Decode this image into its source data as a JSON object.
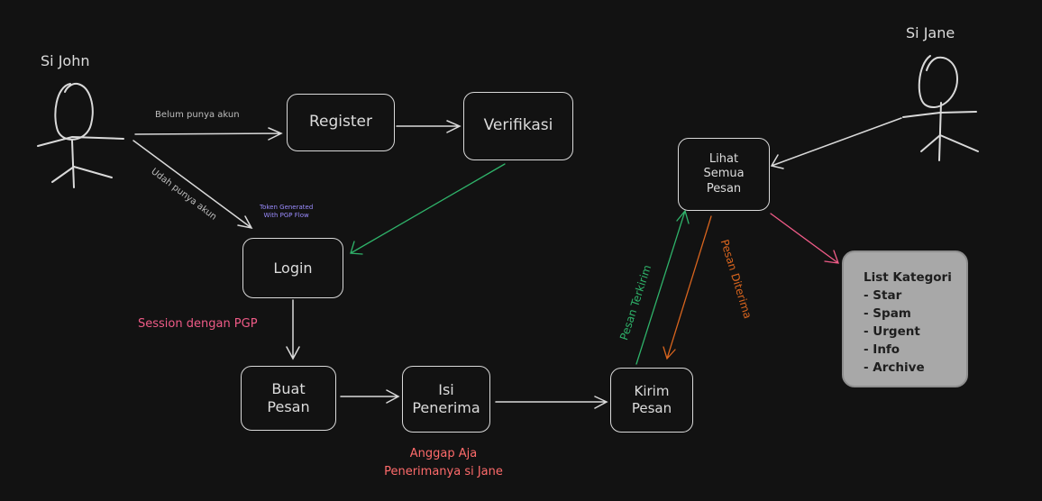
{
  "actors": {
    "john": "Si John",
    "jane": "Si Jane"
  },
  "nodes": {
    "register": "Register",
    "verifikasi": "Verifikasi",
    "login": "Login",
    "buat_pesan": "Buat\nPesan",
    "isi_penerima": "Isi\nPenerima",
    "kirim_pesan": "Kirim\nPesan",
    "lihat_semua_pesan": "Lihat\nSemua\nPesan"
  },
  "edge_labels": {
    "belum_punya_akun": "Belum punya akun",
    "udah_punya_akun": "Udah punya akun",
    "pesan_terkirim": "Pesan Terkirim",
    "pesan_diterima": "Pesan Diterima"
  },
  "notes": {
    "token_line1": "Token Generated",
    "token_line2": "With PGP Flow",
    "session": "Session dengan PGP",
    "anggap_line1": "Anggap Aja",
    "anggap_line2": "Penerimanya si Jane"
  },
  "kategori": {
    "title": "List Kategori",
    "items": [
      "- Star",
      "- Spam",
      "- Urgent",
      "- Info",
      "- Archive"
    ]
  },
  "colors": {
    "stroke": "#d9d9d9",
    "green": "#2fb36a",
    "orange": "#d9651e",
    "pink": "#ef5b87",
    "purple": "#9b8cff",
    "red": "#ff6b6b",
    "kategori_fill": "#a8a8a8"
  }
}
